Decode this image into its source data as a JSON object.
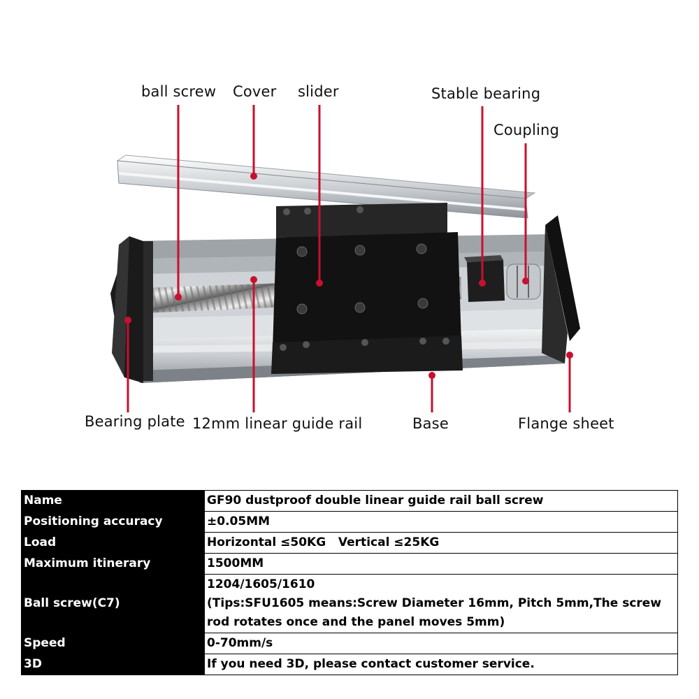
{
  "labels": {
    "ball_screw": "ball screw",
    "cover": "Cover",
    "slider": "slider",
    "stable_bearing": "Stable bearing",
    "coupling": "Coupling",
    "bearing_plate": "Bearing plate",
    "guide_rail": "12mm linear guide rail",
    "base": "Base",
    "flange_sheet": "Flange sheet"
  },
  "colors": {
    "callout": "#c8102e",
    "key_bg": "#000000",
    "key_text": "#ffffff"
  },
  "specs": [
    {
      "key": "Name",
      "value": "GF90 dustproof double linear guide rail ball screw"
    },
    {
      "key": "Positioning accuracy",
      "value": "±0.05MM"
    },
    {
      "key": "Load",
      "value": "Horizontal ≤50KG   Vertical ≤25KG"
    },
    {
      "key": "Maximum itinerary",
      "value": "1500MM"
    },
    {
      "key": "Ball screw(C7)",
      "value": "1204/1605/1610",
      "note": "(Tips:SFU1605 means:Screw Diameter 16mm, Pitch 5mm,The screw rod rotates once and the panel moves 5mm)"
    },
    {
      "key": "Speed",
      "value": "0-70mm/s"
    },
    {
      "key": "3D",
      "value": "If you need 3D, please contact customer service."
    }
  ]
}
